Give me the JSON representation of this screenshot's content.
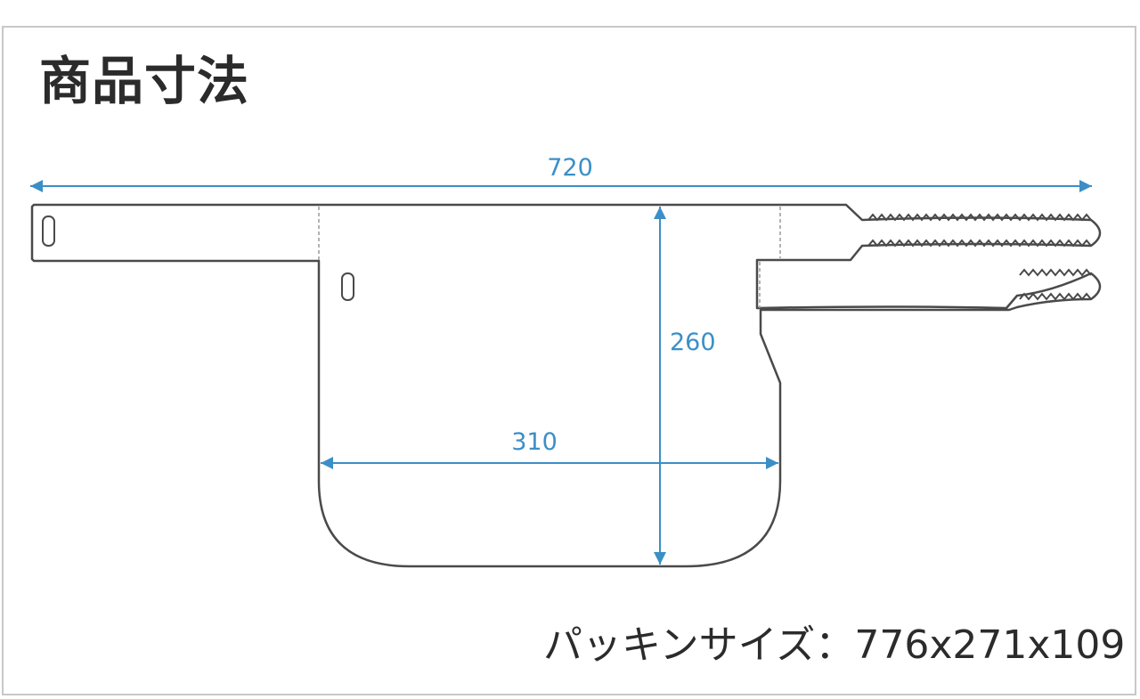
{
  "title": "商品寸法",
  "dimensions": {
    "total_width": "720",
    "height": "260",
    "bottom_width": "310"
  },
  "packing": {
    "label": "パッキンサイズ：",
    "value": "776x271x109"
  },
  "colors": {
    "dimension_line": "#3b8fc6",
    "outline": "#4a4a4a",
    "frame": "#c8c8c8"
  }
}
